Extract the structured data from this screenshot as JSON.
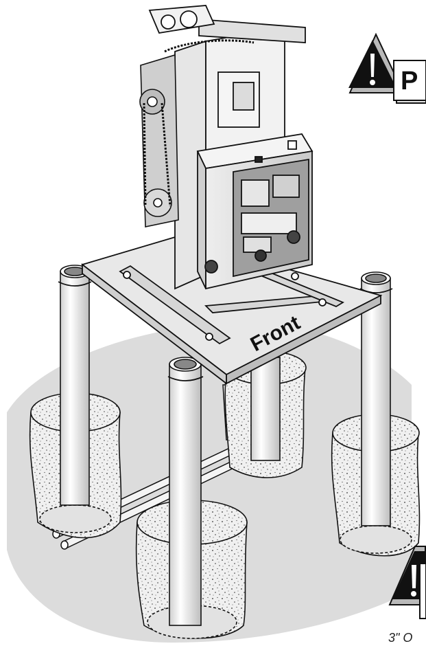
{
  "platform": {
    "front_label": "Front"
  },
  "warning_top": {
    "letter": "P",
    "icon": "warning-triangle-icon"
  },
  "warning_bottom": {
    "icon": "warning-triangle-icon"
  },
  "caption": {
    "text": "3\" O"
  },
  "colors": {
    "ground_shadow": "#d9d9d9",
    "concrete": "#ededed",
    "metal": "#e6e6e6",
    "outline": "#111111"
  }
}
